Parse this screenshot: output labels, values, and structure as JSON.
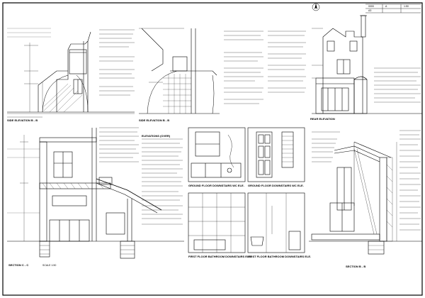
{
  "sheet": {
    "border_color": "#000000",
    "background": "#ffffff",
    "line_color": "#000000"
  },
  "labels": {
    "side_elevation_b": "SIDE ELEVATION B - B",
    "side_elevation_a": "SIDE ELEVATION B - B",
    "section_c": "SECTION C - C",
    "section_b": "SECTION B - B",
    "rear_elevation": "REAR ELEVATION",
    "gf_kitchen_1": "GROUND FLOOR DOWNSTAIRS WC ELE.",
    "gf_kitchen_2": "GROUND FLOOR DOWNSTAIRS WC ELE.",
    "ff_bath_1": "FIRST FLOOR BATHROOM DOWNSTAIRS ELE.",
    "ff_bath_2": "FIRST FLOOR BATHROOM DOWNSTAIRS ELE.",
    "scale_note": "SCALE 1:50",
    "elevations_heading": "ELEVATIONS (OVER)"
  },
  "title_block": {
    "drawing_no": "0000",
    "revision": "A",
    "scale": "1:50",
    "sheet": "A3"
  },
  "icons": {
    "north_arrow": "north-arrow-icon"
  }
}
